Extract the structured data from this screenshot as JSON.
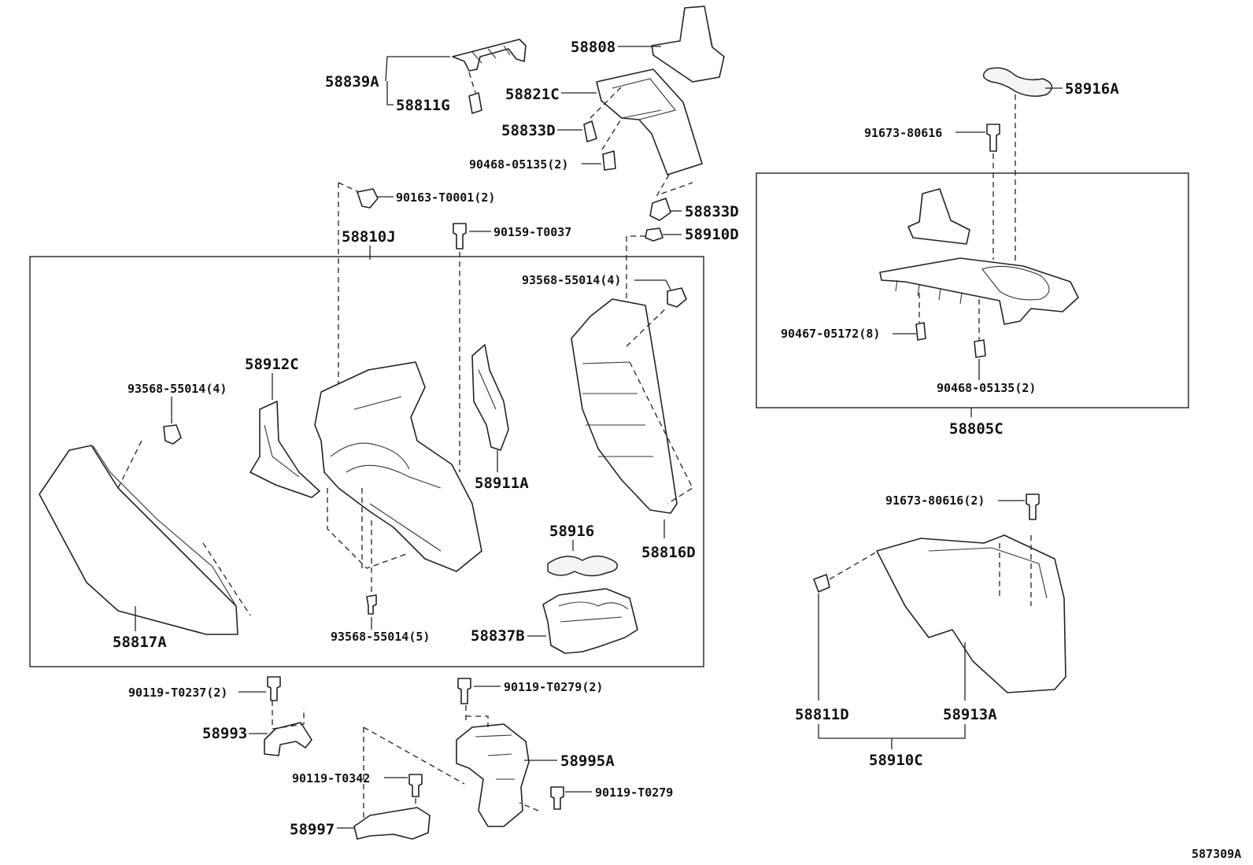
{
  "labels": {
    "l58808": "58808",
    "l58839A": "58839A",
    "l58821C": "58821C",
    "l58811G": "58811G",
    "l58833D_top": "58833D",
    "l90468_05135_top": "90468-05135(2)",
    "l58916A": "58916A",
    "l91673_80616": "91673-80616",
    "l90163_T0001": "90163-T0001(2)",
    "l58833D_mid": "58833D",
    "l58910D": "58910D",
    "l90159_T0037": "90159-T0037",
    "l58810J": "58810J",
    "l93568_55014_4_right": "93568-55014(4)",
    "l58912C": "58912C",
    "l93568_55014_4_left": "93568-55014(4)",
    "l58911A": "58911A",
    "l58916": "58916",
    "l58816D": "58816D",
    "l58817A": "58817A",
    "l93568_55014_5": "93568-55014(5)",
    "l58837B": "58837B",
    "l90467_05172": "90467-05172(8)",
    "l90468_05135_box": "90468-05135(2)",
    "l58805C": "58805C",
    "l91673_80616_2": "91673-80616(2)",
    "l58811D": "58811D",
    "l58913A": "58913A",
    "l58910C": "58910C",
    "l90119_T0237": "90119-T0237(2)",
    "l90119_T0279_2": "90119-T0279(2)",
    "l58993": "58993",
    "l58995A": "58995A",
    "l90119_T0342": "90119-T0342",
    "l90119_T0279": "90119-T0279",
    "l58997": "58997",
    "diagram_code": "587309A"
  }
}
